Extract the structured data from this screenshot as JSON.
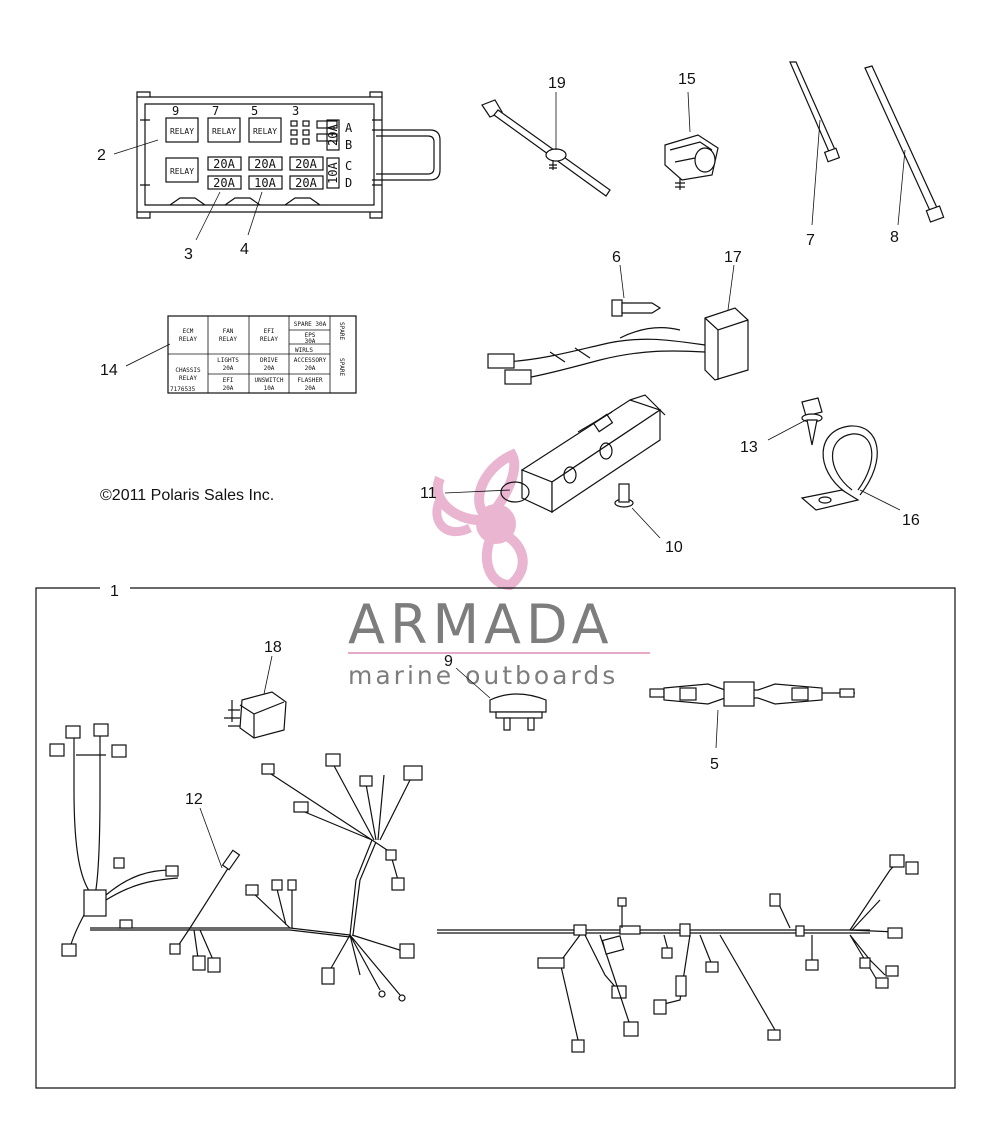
{
  "copyright": "©2011 Polaris Sales Inc.",
  "watermark": {
    "name": "ARMADA",
    "tagline": "marine outboards",
    "accent_color": "#e6a9c8",
    "text_color": "#7d7d7d"
  },
  "callouts": {
    "c1": "1",
    "c2": "2",
    "c3": "3",
    "c4": "4",
    "c5": "5",
    "c6": "6",
    "c7": "7",
    "c8": "8",
    "c9": "9",
    "c10": "10",
    "c11": "11",
    "c12": "12",
    "c13": "13",
    "c14": "14",
    "c15": "15",
    "c16": "16",
    "c17": "17",
    "c18": "18",
    "c19": "19"
  },
  "fuse_box": {
    "relay": "RELAY",
    "slot_9": "9",
    "slot_7": "7",
    "slot_5": "5",
    "slot_3": "3",
    "row_a": "A",
    "row_b": "B",
    "row_c": "C",
    "row_d": "D",
    "side_20a": "20A",
    "side_10a": "10A",
    "f1": "20A",
    "f2": "20A",
    "f3": "20A",
    "f4": "20A",
    "f5": "10A",
    "f6": "20A"
  },
  "label_14": {
    "ecm_a": "ECM",
    "ecm_b": "RELAY",
    "fan_a": "FAN",
    "fan_b": "RELAY",
    "efi_a": "EFI",
    "efi_b": "RELAY",
    "spare30": "SPARE 30A",
    "eps_a": "EPS",
    "eps_b": "30A",
    "wirls": "WIRLS",
    "chassis_a": "CHASSIS",
    "chassis_b": "RELAY",
    "lights_a": "LIGHTS",
    "lights_b": "20A",
    "drive_a": "DRIVE",
    "drive_b": "20A",
    "acc_a": "ACCESSORY",
    "acc_b": "20A",
    "efi2_a": "EFI",
    "efi2_b": "20A",
    "unswitch_a": "UNSWITCH",
    "unswitch_b": "10A",
    "flasher_a": "FLASHER",
    "flasher_b": "20A",
    "part_no": "7176535",
    "spare_v": "SPARE"
  }
}
